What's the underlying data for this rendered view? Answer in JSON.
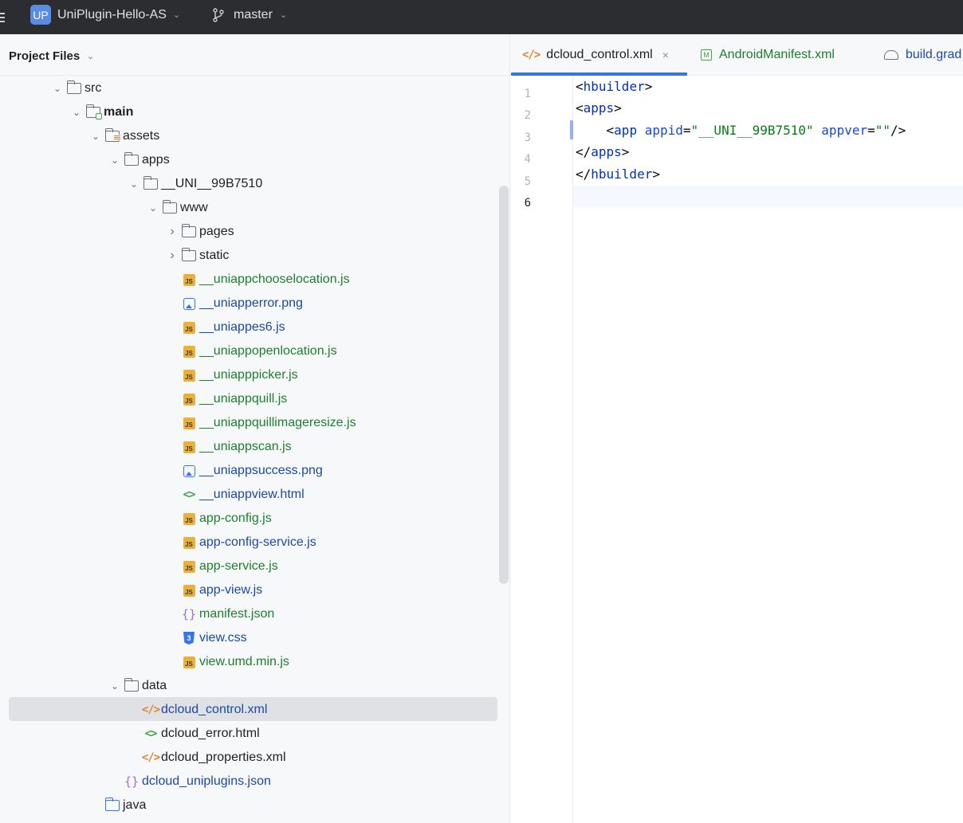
{
  "titlebar": {
    "project_badge": "UP",
    "project_name": "UniPlugin-Hello-AS",
    "branch_name": "master"
  },
  "panel": {
    "title": "Project Files"
  },
  "tree": [
    {
      "label": "src",
      "type": "folder",
      "expanded": true
    },
    {
      "label": "main",
      "type": "folder-main",
      "expanded": true
    },
    {
      "label": "assets",
      "type": "folder-res",
      "expanded": true
    },
    {
      "label": "apps",
      "type": "folder",
      "expanded": true
    },
    {
      "label": "__UNI__99B7510",
      "type": "folder",
      "expanded": true
    },
    {
      "label": "www",
      "type": "folder",
      "expanded": true
    },
    {
      "label": "pages",
      "type": "folder",
      "expanded": false
    },
    {
      "label": "static",
      "type": "folder",
      "expanded": false
    },
    {
      "label": "__uniappchooselocation.js",
      "type": "js"
    },
    {
      "label": "__uniapperror.png",
      "type": "image"
    },
    {
      "label": "__uniappes6.js",
      "type": "js"
    },
    {
      "label": "__uniappopenlocation.js",
      "type": "js"
    },
    {
      "label": "__uniapppicker.js",
      "type": "js"
    },
    {
      "label": "__uniappquill.js",
      "type": "js"
    },
    {
      "label": "__uniappquillimageresize.js",
      "type": "js"
    },
    {
      "label": "__uniappscan.js",
      "type": "js"
    },
    {
      "label": "__uniappsuccess.png",
      "type": "image"
    },
    {
      "label": "__uniappview.html",
      "type": "html"
    },
    {
      "label": "app-config.js",
      "type": "js"
    },
    {
      "label": "app-config-service.js",
      "type": "js"
    },
    {
      "label": "app-service.js",
      "type": "js"
    },
    {
      "label": "app-view.js",
      "type": "js"
    },
    {
      "label": "manifest.json",
      "type": "json"
    },
    {
      "label": "view.css",
      "type": "css"
    },
    {
      "label": "view.umd.min.js",
      "type": "js"
    },
    {
      "label": "data",
      "type": "folder",
      "expanded": true
    },
    {
      "label": "dcloud_control.xml",
      "type": "xml",
      "selected": true
    },
    {
      "label": "dcloud_error.html",
      "type": "html"
    },
    {
      "label": "dcloud_properties.xml",
      "type": "xml"
    },
    {
      "label": "dcloud_uniplugins.json",
      "type": "json"
    },
    {
      "label": "java",
      "type": "folder-java"
    }
  ],
  "tabs": [
    {
      "label": "dcloud_control.xml",
      "icon": "xml-icon",
      "active": true
    },
    {
      "label": "AndroidManifest.xml",
      "icon": "manifest-icon",
      "active": false
    },
    {
      "label": "build.grad",
      "icon": "gradle-icon",
      "active": false
    }
  ],
  "icons": {
    "js": "JS",
    "xml": "</>",
    "html": "<>",
    "json": "{}",
    "css": "3",
    "manifest": "M",
    "close": "×",
    "chevron_down": "⌄",
    "arrow_down": "⌄",
    "arrow_right": "›"
  },
  "editor": {
    "line_numbers": [
      "1",
      "2",
      "3",
      "4",
      "5",
      "6"
    ],
    "lines": [
      {
        "indent": "",
        "open": "<",
        "tag": "hbuilder",
        "close": ">"
      },
      {
        "indent": "",
        "open": "<",
        "tag": "apps",
        "close": ">"
      },
      {
        "indent": "    ",
        "open": "<",
        "tag": "app",
        "attr1": "appid",
        "val1": "\"__UNI__99B7510\"",
        "attr2": "appver",
        "val2": "\"\"",
        "close": "/>"
      },
      {
        "indent": "",
        "open": "</",
        "tag": "apps",
        "close": ">"
      },
      {
        "indent": "",
        "open": "</",
        "tag": "hbuilder",
        "close": ">"
      },
      {
        "indent": "",
        "open": "",
        "tag": "",
        "close": ""
      }
    ]
  },
  "colors": {
    "accent": "#3574f0",
    "titlebar_bg": "#2b2d30",
    "selected_row": "#dfe1e5",
    "vcs_added_green": "#1d7f2c",
    "vcs_modified_blue": "#1a49a8"
  }
}
